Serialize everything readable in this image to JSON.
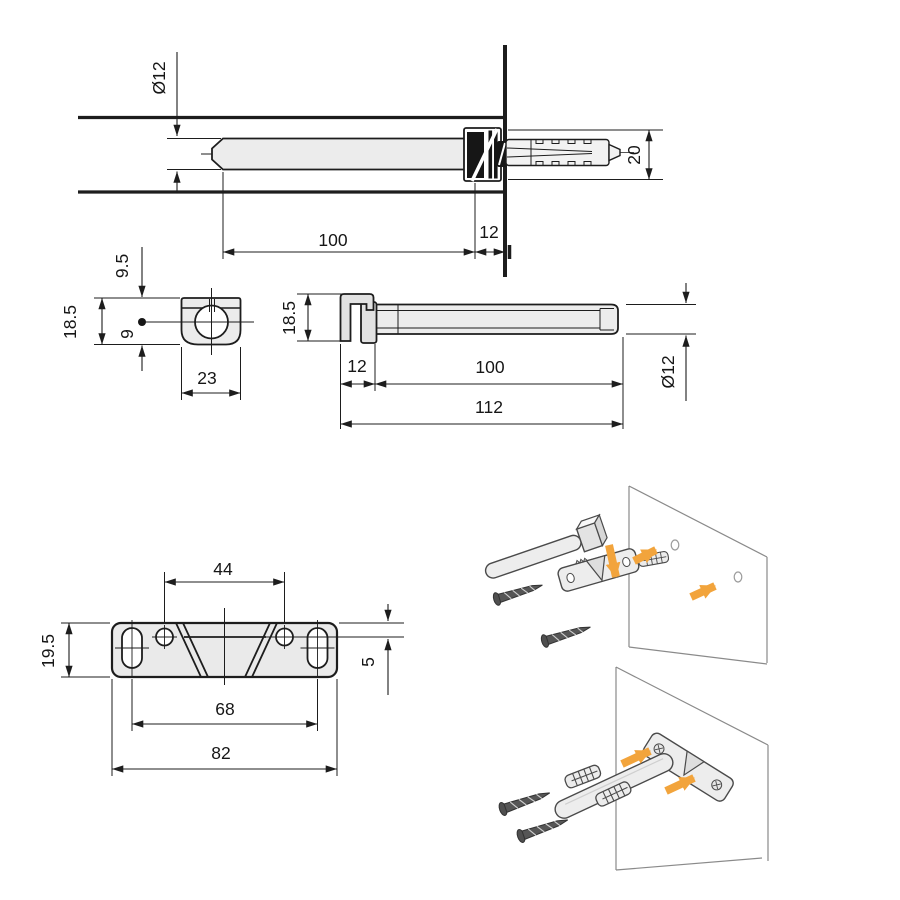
{
  "colors": {
    "ink": "#1d1d1d",
    "part_fill": "#ececec",
    "arrow_orange": "#f2a43c",
    "screw_gray": "#555555",
    "wall_gray": "#8a8a8a",
    "background": "#ffffff"
  },
  "section_view": {
    "pin_diameter": "Ø12",
    "pin_length": "100",
    "bracket_depth": "12",
    "anchor_depth": "20"
  },
  "front_view": {
    "center_from_top": "9.5",
    "height": "18.5",
    "center_from_bottom": "9",
    "width": "23"
  },
  "side_view": {
    "height": "18.5",
    "hook_depth": "12",
    "pin_length": "100",
    "total_length": "112",
    "pin_diameter": "Ø12"
  },
  "plate_view": {
    "hole_spacing": "44",
    "slot_spacing": "68",
    "width": "82",
    "height": "19.5",
    "flange_offset": "5"
  }
}
